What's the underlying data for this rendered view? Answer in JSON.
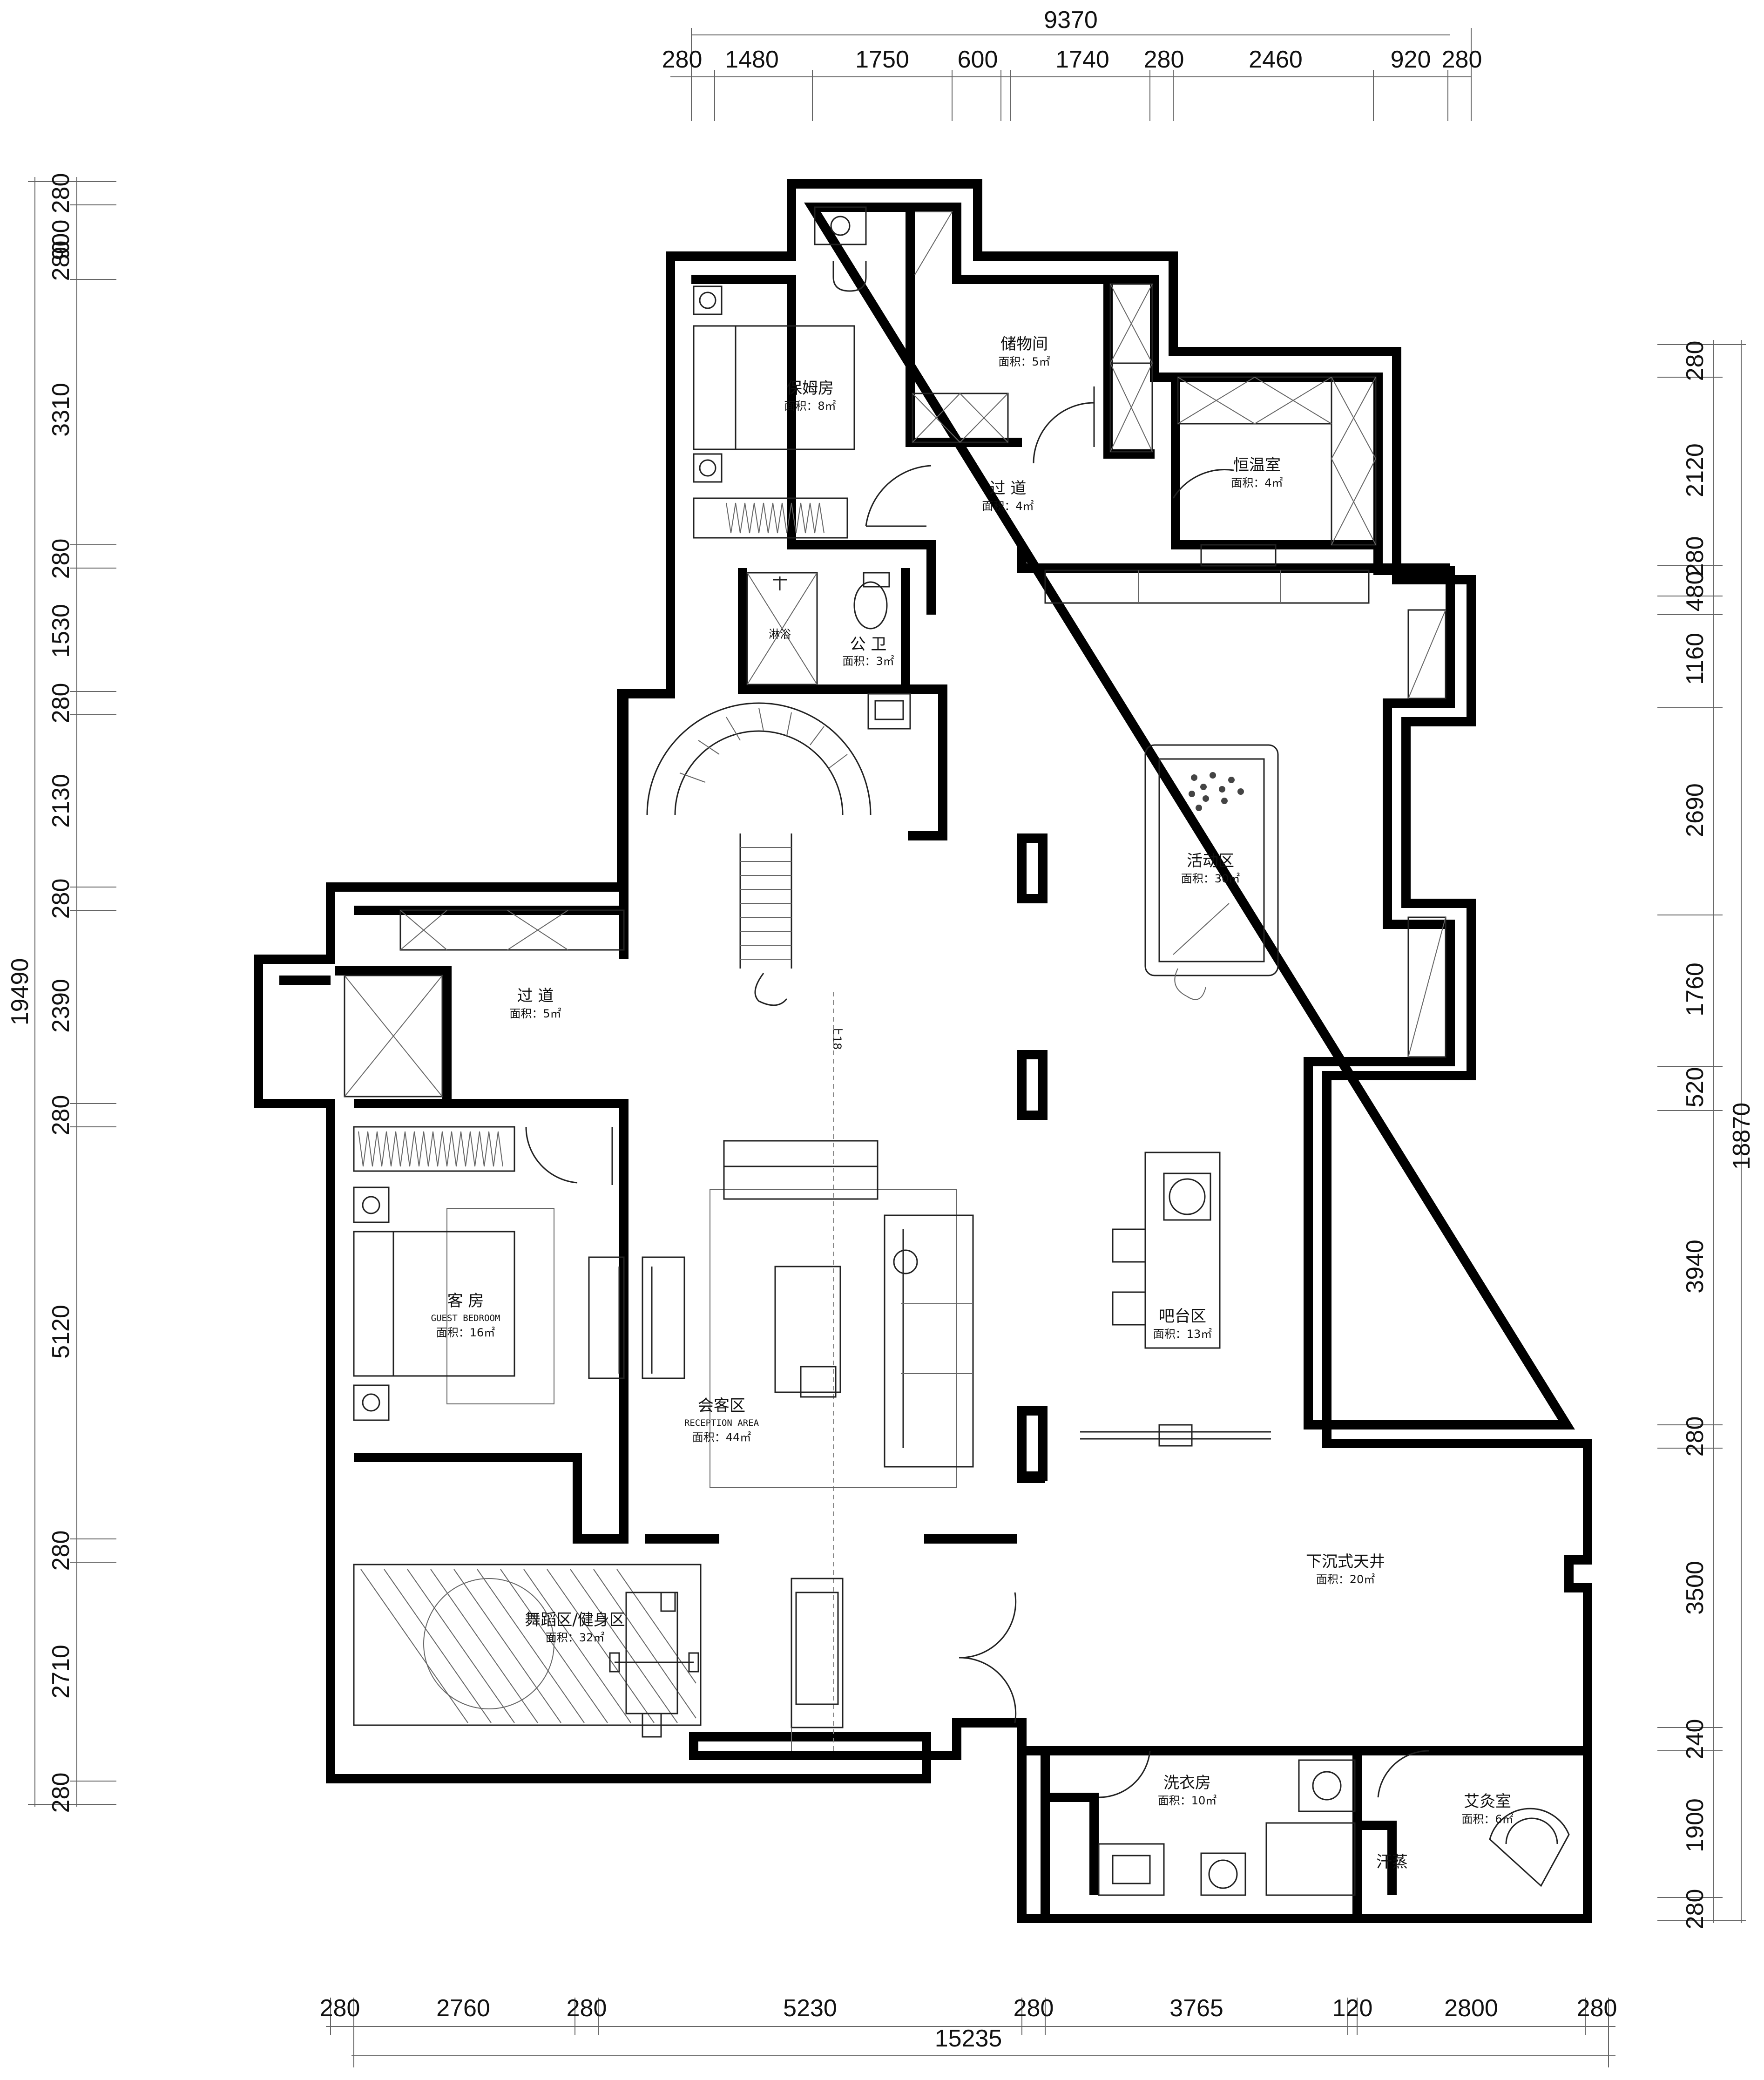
{
  "dimensions": {
    "top_total": "9370",
    "top_segments": [
      "280",
      "1480",
      "1750",
      "600",
      "1740",
      "280",
      "2460",
      "920",
      "280"
    ],
    "bottom_total": "15235",
    "bottom_segments": [
      "280",
      "2760",
      "280",
      "5230",
      "280",
      "3765",
      "120",
      "2800",
      "280"
    ],
    "left_total": "19490",
    "left_segments": [
      "280",
      "900",
      "280",
      "3310",
      "280",
      "1530",
      "280",
      "2130",
      "280",
      "2390",
      "280",
      "5120",
      "280",
      "2710",
      "280"
    ],
    "right_total": "18870",
    "right_segments": [
      "280",
      "2120",
      "280",
      "480",
      "1160",
      "2690",
      "1760",
      "520",
      "3940",
      "280",
      "3500",
      "240",
      "1900",
      "280"
    ]
  },
  "rooms": {
    "nanny": {
      "name": "保姆房",
      "area": "面积：8㎡"
    },
    "storage": {
      "name": "储物间",
      "area": "面积：5㎡"
    },
    "corridor_top": {
      "name": "过  道",
      "area": "面积：4㎡"
    },
    "wine": {
      "name": "恒温室",
      "area": "面积：4㎡"
    },
    "shower": {
      "name": "淋浴"
    },
    "public_wc": {
      "name": "公  卫",
      "area": "面积：3㎡"
    },
    "stair": {
      "label": "上18"
    },
    "activity": {
      "name": "活动区",
      "area": "面积：30㎡"
    },
    "corridor_left": {
      "name": "过  道",
      "area": "面积：5㎡"
    },
    "guest": {
      "name": "客  房",
      "sub": "GUEST BEDROOM",
      "area": "面积：16㎡"
    },
    "reception": {
      "name": "会客区",
      "sub": "RECEPTION AREA",
      "area": "面积：44㎡"
    },
    "bar": {
      "name": "吧台区",
      "area": "面积：13㎡"
    },
    "courtyard": {
      "name": "下沉式天井",
      "area": "面积：20㎡"
    },
    "dance": {
      "name": "舞蹈区/健身区",
      "area": "面积：32㎡"
    },
    "laundry": {
      "name": "洗衣房",
      "area": "面积：10㎡"
    },
    "moxa": {
      "name": "艾灸室",
      "area": "面积：6㎡"
    },
    "sauna": {
      "name": "汗蒸"
    }
  }
}
